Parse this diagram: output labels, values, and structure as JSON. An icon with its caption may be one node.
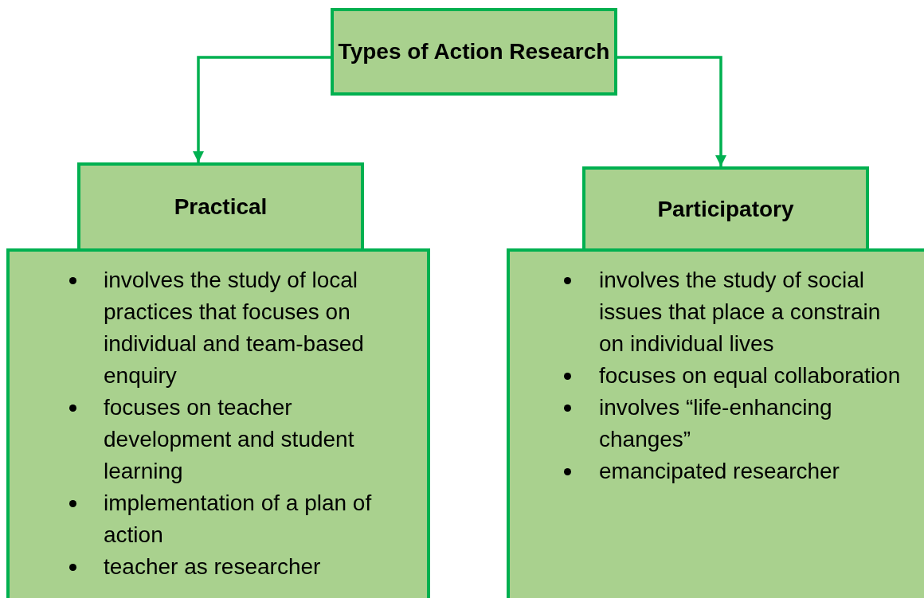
{
  "diagram": {
    "nodes": [
      {
        "text": [
          "Types of Action Research"
        ]
      },
      {
        "text": [
          "Practical"
        ]
      },
      {
        "text": [
          "involves the study of local practices that focuses on individual and team-based enquiry",
          "focuses on teacher development and student learning",
          "implementation of a plan of action",
          "teacher as researcher"
        ]
      },
      {
        "text": [
          "Participatory"
        ]
      },
      {
        "text": [
          "involves the study of social issues that place a constrain on  individual lives",
          "focuses on equal collaboration",
          "involves “life-enhancing changes”",
          "emancipated researcher"
        ]
      }
    ],
    "edges": [
      {
        "from": 0,
        "to": 1,
        "arrow": "to"
      },
      {
        "from": 0,
        "to": 3,
        "arrow": "to"
      }
    ]
  }
}
